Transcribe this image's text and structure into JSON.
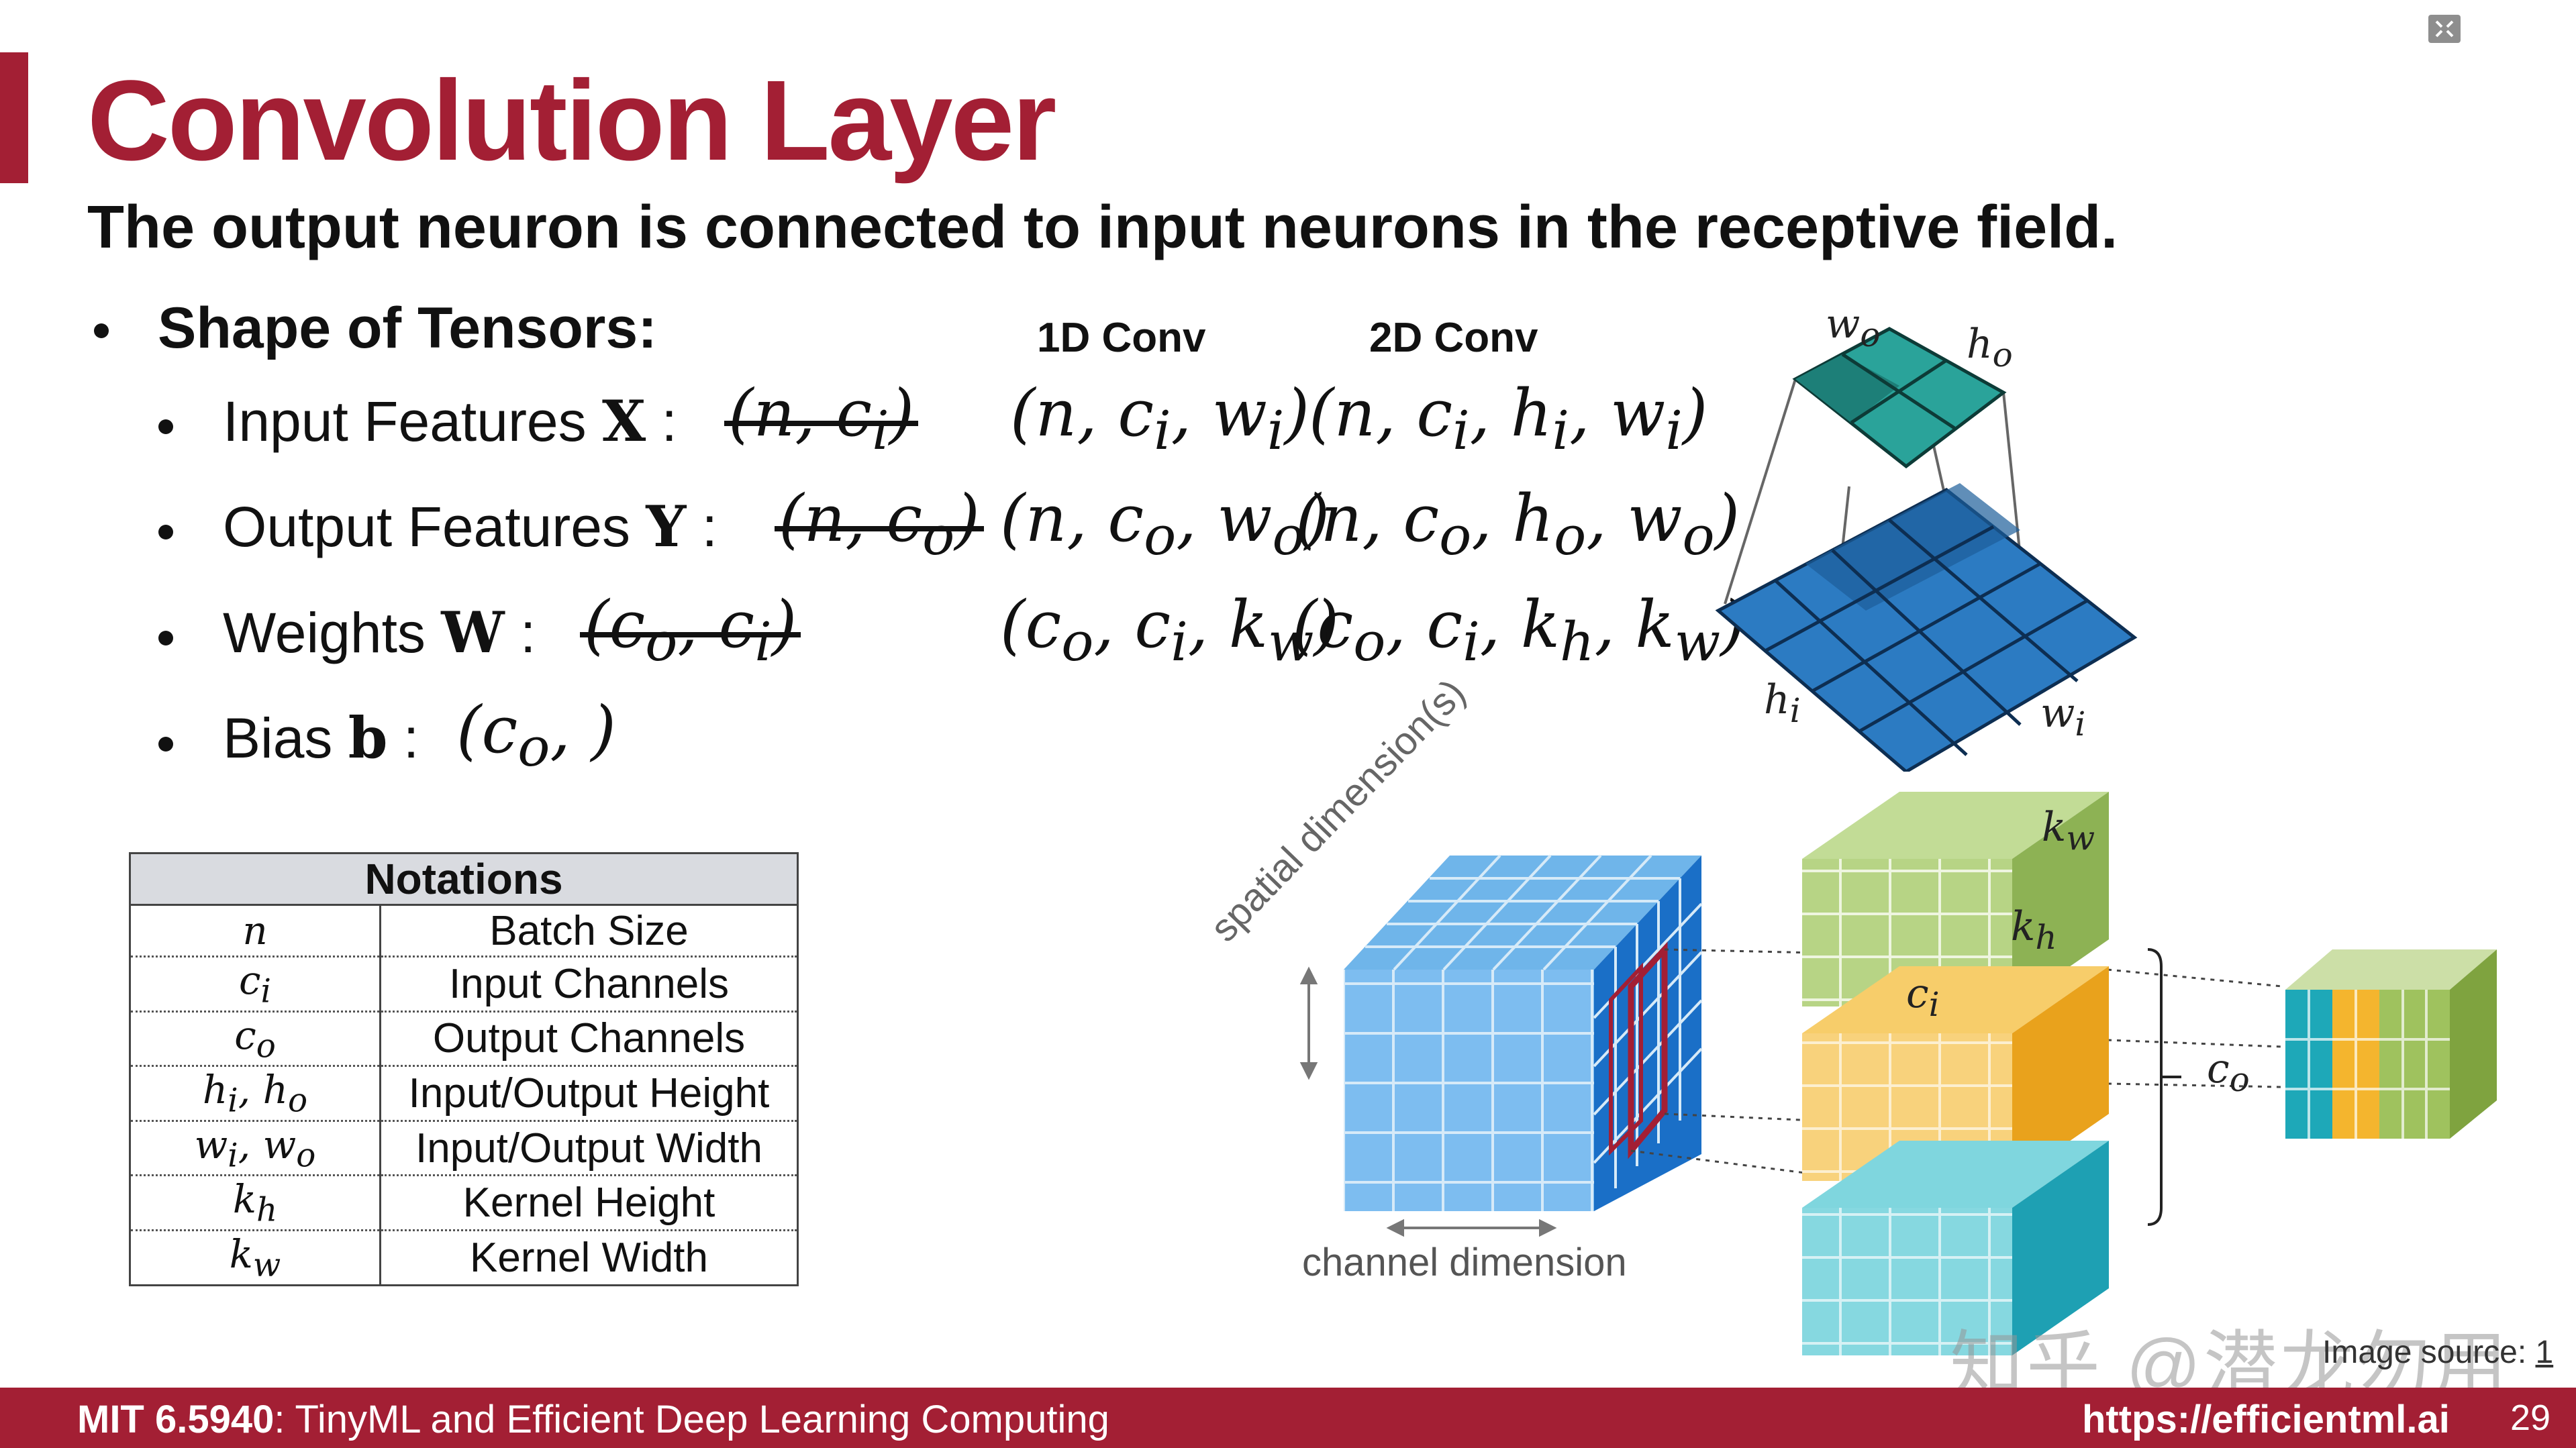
{
  "header": {
    "title": "Convolution Layer",
    "subtitle": "The output neuron is connected to input neurons in the receptive field."
  },
  "shapes": {
    "heading": "Shape of Tensors:",
    "col_1d": "1D Conv",
    "col_2d": "2D Conv",
    "items": [
      {
        "label": "Input Features",
        "symbol": "X",
        "struck": "(n, c_i)",
        "conv1d": "(n, c_i, w_i)",
        "conv2d": "(n, c_i, h_i, w_i)"
      },
      {
        "label": "Output Features",
        "symbol": "Y",
        "struck": "(n, c_o)",
        "conv1d": "(n, c_o, w_o)",
        "conv2d": "(n, c_o, h_o, w_o)"
      },
      {
        "label": "Weights",
        "symbol": "W",
        "struck": "(c_o, c_i)",
        "conv1d": "(c_o, c_i, k_w)",
        "conv2d": "(c_o, c_i, k_h, k_w)"
      },
      {
        "label": "Bias",
        "symbol": "b",
        "value": "(c_o, )"
      }
    ]
  },
  "notations": {
    "header": "Notations",
    "rows": [
      {
        "symbol": "n",
        "meaning": "Batch Size"
      },
      {
        "symbol": "c_i",
        "meaning": "Input Channels"
      },
      {
        "symbol": "c_o",
        "meaning": "Output Channels"
      },
      {
        "symbol": "h_i, h_o",
        "meaning": "Input/Output Height"
      },
      {
        "symbol": "w_i, w_o",
        "meaning": "Input/Output Width"
      },
      {
        "symbol": "k_h",
        "meaning": "Kernel Height"
      },
      {
        "symbol": "k_w",
        "meaning": "Kernel Width"
      }
    ]
  },
  "diagram": {
    "top_labels": {
      "w_o": "w_o",
      "h_o": "h_o",
      "h_i": "h_i",
      "w_i": "w_i"
    },
    "spatial_label": "spatial dimension(s)",
    "channel_label": "channel dimension",
    "kernel_labels": {
      "k_w": "k_w",
      "k_h": "k_h",
      "c_i": "c_i",
      "c_o": "c_o"
    }
  },
  "footer": {
    "course_bold": "MIT 6.5940",
    "course_rest": ": TinyML and Efficient Deep Learning Computing",
    "url": "https://efficientml.ai",
    "page": "29"
  },
  "image_source": {
    "label": "Image source: ",
    "link": "1"
  },
  "watermark": "知乎 @潜龙勿用",
  "colors": {
    "accent": "#a31f34",
    "blue": "#2f86d6",
    "teal": "#2aa39a",
    "orange": "#f3b73a",
    "green": "#9dc05c",
    "cyan": "#23b0c0"
  }
}
